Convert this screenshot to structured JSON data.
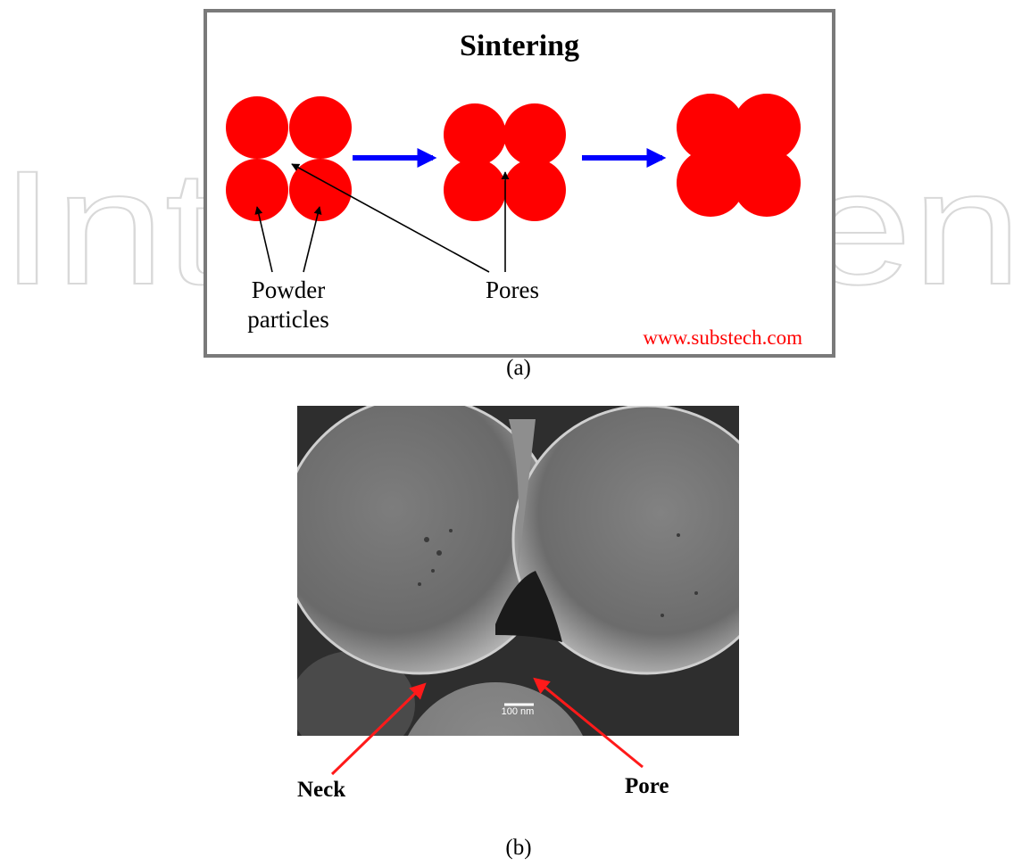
{
  "watermark": {
    "text": "IntechOpen"
  },
  "figure_a": {
    "caption": "(a)",
    "title": "Sintering",
    "label_particles_line1": "Powder",
    "label_particles_line2": "particles",
    "label_pores": "Pores",
    "source": "www.substech.com",
    "colors": {
      "particle": "#ff0000",
      "arrow": "#0000ff",
      "frame": "#7a7a7a",
      "source_text": "#ff0000"
    }
  },
  "figure_b": {
    "caption": "(b)",
    "scale_bar": "100 nm",
    "label_neck": "Neck",
    "label_pore": "Pore",
    "colors": {
      "annotation_arrow": "#ff1a1a"
    }
  }
}
